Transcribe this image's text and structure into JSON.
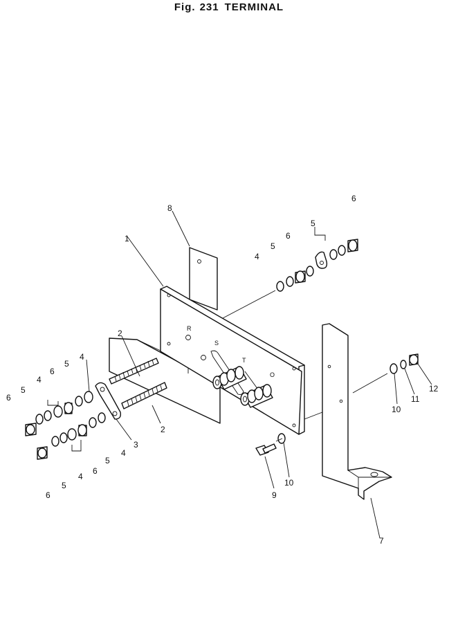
{
  "figure": {
    "prefix": "Fig.",
    "number": "231",
    "title": "TERMINAL"
  },
  "plate_marks": [
    "R",
    "S",
    "T",
    "O"
  ],
  "callouts": [
    "1",
    "2",
    "2",
    "3",
    "4",
    "4",
    "4",
    "4",
    "4",
    "5",
    "5",
    "5",
    "5",
    "5",
    "5",
    "6",
    "6",
    "6",
    "6",
    "6",
    "6",
    "7",
    "8",
    "9",
    "10",
    "10",
    "11",
    "12"
  ]
}
